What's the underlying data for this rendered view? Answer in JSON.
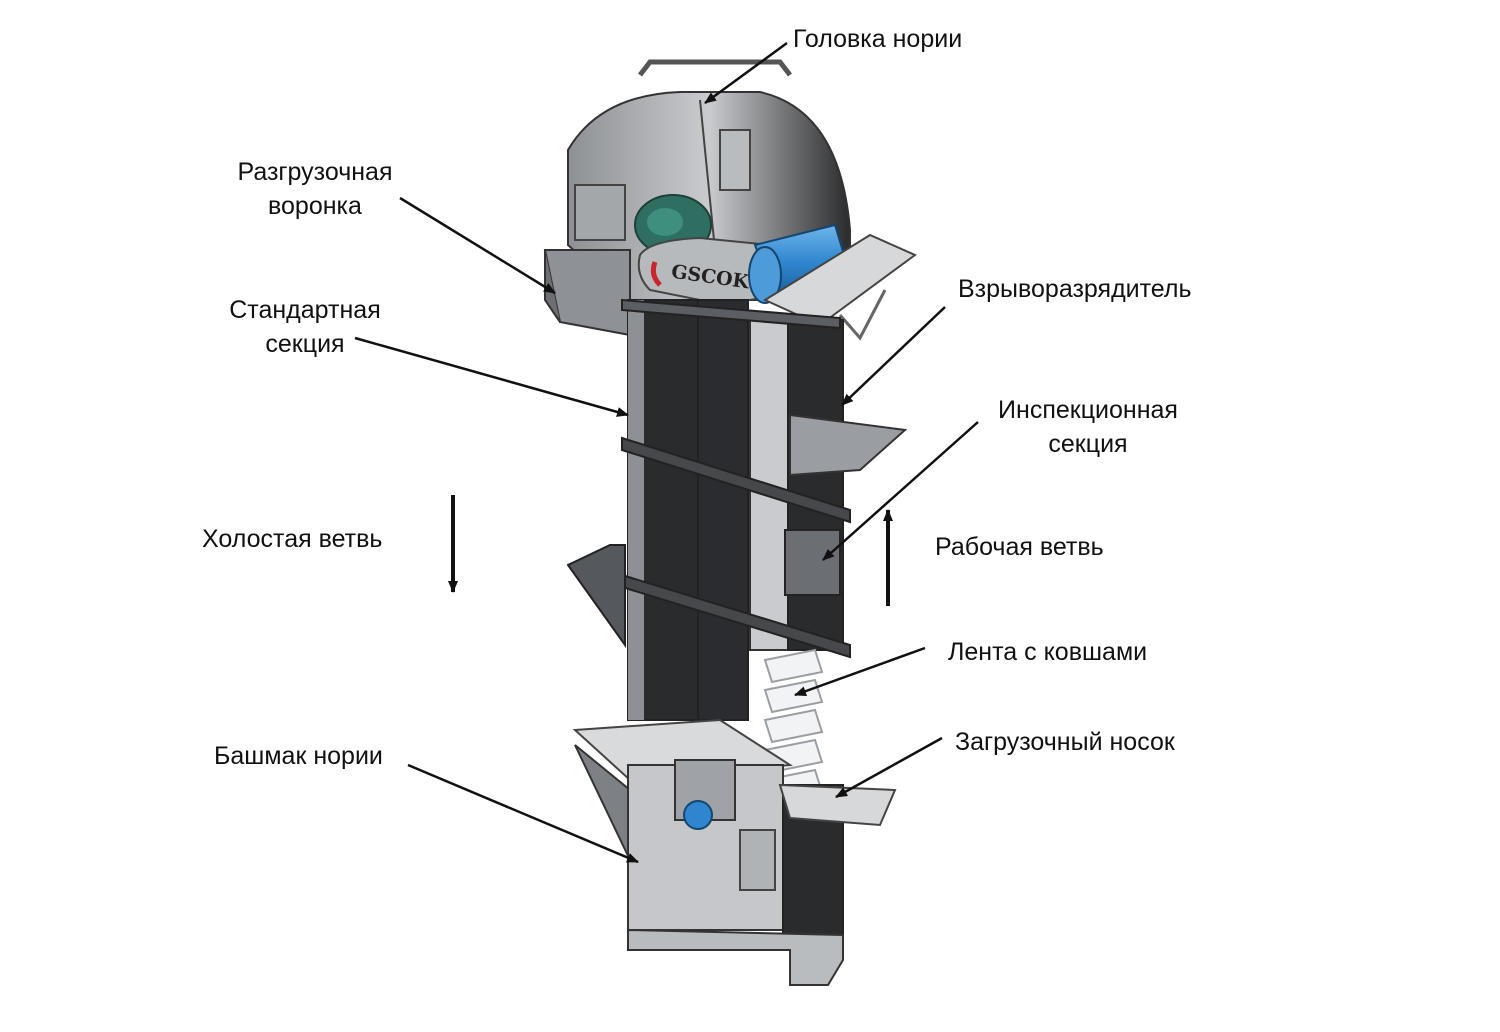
{
  "brand": {
    "logo_text": "GSCOK"
  },
  "colors": {
    "steel_light": "#d4d6d8",
    "steel_mid": "#a9acaf",
    "steel_dark": "#55585c",
    "panel_black": "#1b1c1e",
    "motor_blue": "#2f86cf",
    "gearbox_green": "#2f6f62",
    "logo_red": "#c8262c"
  },
  "labels": {
    "head": "Головка нории",
    "discharge_l1": "Разгрузочная",
    "discharge_l2": "воронка",
    "standard_l1": "Стандартная",
    "standard_l2": "секция",
    "explosion_vent": "Взрыворазрядитель",
    "inspection_l1": "Инспекционная",
    "inspection_l2": "секция",
    "return_leg": "Холостая ветвь",
    "working_leg": "Рабочая ветвь",
    "belt_buckets": "Лента с ковшами",
    "boot": "Башмак нории",
    "inlet_spout": "Загрузочный носок"
  }
}
